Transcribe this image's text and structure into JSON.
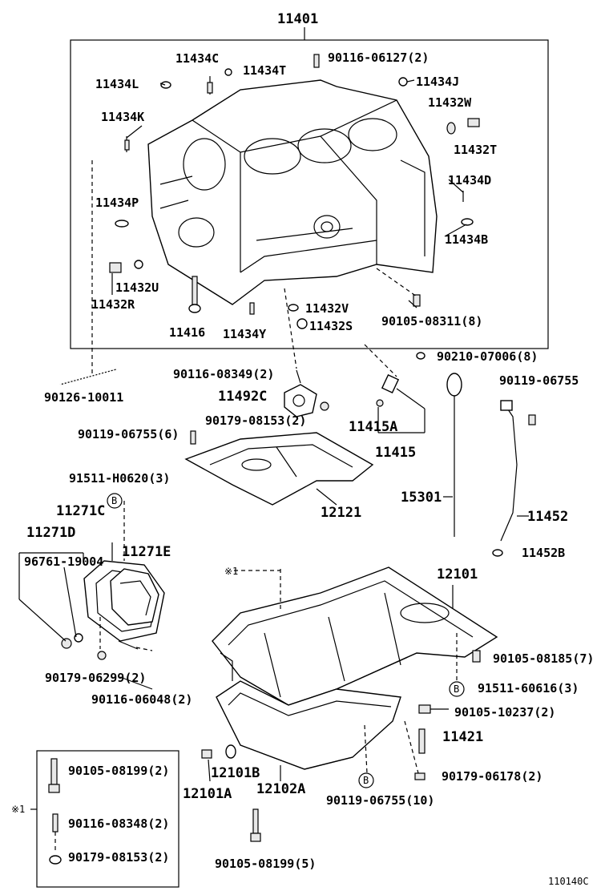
{
  "figure_code": "110140C",
  "labels": {
    "l_11401": "11401",
    "l_11434C": "11434C",
    "l_11434T": "11434T",
    "l_90116_06127": "90116-06127(2)",
    "l_11434L": "11434L",
    "l_11434J": "11434J",
    "l_11432W": "11432W",
    "l_11434K": "11434K",
    "l_11432T": "11432T",
    "l_11434D": "11434D",
    "l_11434P": "11434P",
    "l_11434B": "11434B",
    "l_11432U": "11432U",
    "l_11432R": "11432R",
    "l_11432V": "11432V",
    "l_90105_08311": "90105-08311(8)",
    "l_11416": "11416",
    "l_11434Y": "11434Y",
    "l_11432S": "11432S",
    "l_90210_07006": "90210-07006(8)",
    "l_90116_08349": "90116-08349(2)",
    "l_90126_10011": "90126-10011",
    "l_11492C": "11492C",
    "l_90119_06755_a": "90119-06755",
    "l_90179_08153_a": "90179-08153(2)",
    "l_11415A": "11415A",
    "l_90119_06755_6": "90119-06755(6)",
    "l_11415": "11415",
    "l_91511_H0620": "91511-H0620(3)",
    "l_B1": "B",
    "l_15301": "15301",
    "l_11271C": "11271C",
    "l_12121": "12121",
    "l_11452": "11452",
    "l_11271D": "11271D",
    "l_11271E": "11271E",
    "l_96761_19004": "96761-19004",
    "l_11452B": "11452B",
    "l_star1_a": "※1",
    "l_12101": "12101",
    "l_90179_06299": "90179-06299(2)",
    "l_90105_08185": "90105-08185(7)",
    "l_B2": "B",
    "l_91511_60616": "91511-60616(3)",
    "l_90116_06048": "90116-06048(2)",
    "l_90105_10237": "90105-10237(2)",
    "l_11421": "11421",
    "l_90105_08199_2": "90105-08199(2)",
    "l_12101B": "12101B",
    "l_12102A": "12102A",
    "l_12101A": "12101A",
    "l_B3": "B",
    "l_90179_06178": "90179-06178(2)",
    "l_90119_06755_10": "90119-06755(10)",
    "l_star1_b": "※1",
    "l_90116_08348": "90116-08348(2)",
    "l_90179_08153_b": "90179-08153(2)",
    "l_90105_08199_5": "90105-08199(5)"
  }
}
